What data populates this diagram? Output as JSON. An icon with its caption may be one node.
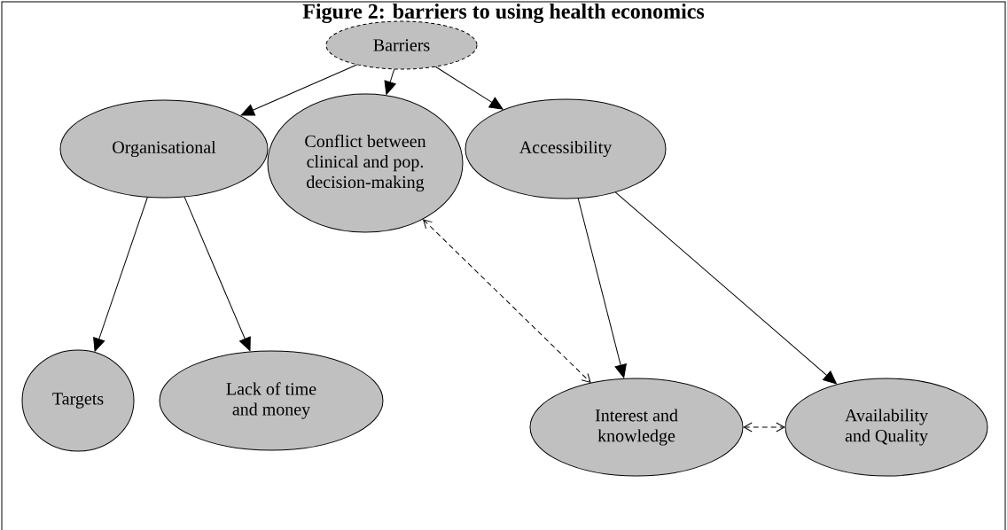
{
  "diagram": {
    "title": "Figure 2: barriers to using health economics",
    "nodes": [
      {
        "text": [
          "Barriers"
        ]
      },
      {
        "text": [
          "Organisational"
        ]
      },
      {
        "text": [
          "Conflict between clinical and pop. decision-making"
        ]
      },
      {
        "text": [
          "Accessibility"
        ]
      },
      {
        "text": [
          "Targets"
        ]
      },
      {
        "text": [
          "Lack of time and money"
        ]
      },
      {
        "text": [
          "Interest and knowledge"
        ]
      },
      {
        "text": [
          "Availability and Quality"
        ]
      }
    ],
    "edges": [
      {
        "from": 0,
        "to": 1,
        "arrow": "to"
      },
      {
        "from": 0,
        "to": 2,
        "arrow": "to"
      },
      {
        "from": 0,
        "to": 3,
        "arrow": "to"
      },
      {
        "from": 1,
        "to": 4,
        "arrow": "to"
      },
      {
        "from": 1,
        "to": 5,
        "arrow": "to"
      },
      {
        "from": 3,
        "to": 6,
        "arrow": "to"
      },
      {
        "from": 3,
        "to": 7,
        "arrow": "to"
      },
      {
        "from": 2,
        "to": 6,
        "arrow": "both",
        "style": "dashed"
      },
      {
        "from": 6,
        "to": 7,
        "arrow": "both",
        "style": "dashed"
      }
    ]
  }
}
